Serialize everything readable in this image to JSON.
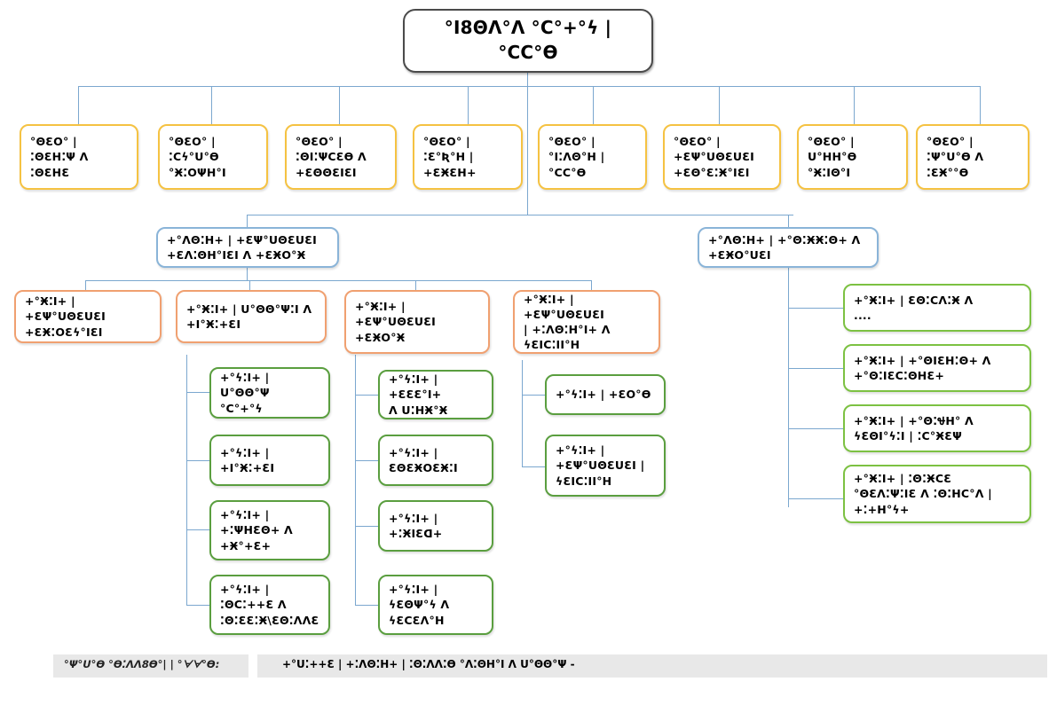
{
  "chart": {
    "type": "org-chart",
    "title": "Organizational hierarchy diagram (Tifinagh script)",
    "colors": {
      "root_border": "#4a4a4a",
      "level1_border": "#f5c242",
      "level2_border": "#8ab4d8",
      "level3_border": "#f0a070",
      "level4_border": "#5a9e3f",
      "right_branch_border": "#7cc142",
      "connector": "#7ba7cf",
      "footer_background": "#e8e8e8"
    }
  },
  "root": {
    "label": "°I8ΘΛ°Λ °C°+°ϟ | °CC°Ө"
  },
  "level1": [
    {
      "label": "°ΘƐO° |\n⁚ΘƐΗ⁚Ψ Λ\n⁚ΘƐΗƐ"
    },
    {
      "label": "°ΘƐO° |\n⁚Cϟ°U°Ө\n°Ӿ⁚ΟΨΗ°I"
    },
    {
      "label": "°ΘƐO° |\n⁚ΘI⁚ΨCƐӨ Λ\n+ƐΘΘƐIƐI"
    },
    {
      "label": "°ΘƐO° |\n⁚Ɛ°Ʀ°Η |\n+ƐӾƐΗ+"
    },
    {
      "label": "°ΘƐO° |\n°I⁚ΛΘ°Η |\n°CC°Ө"
    },
    {
      "label": "°ΘƐO° |\n+ƐΨ°UΘƐUƐI\n+ƐΘ°Ɛ⁚Ӿ°IƐI"
    },
    {
      "label": "°ΘƐO° |\nU°ΗΗ°Ө\n°Ӿ⁚IΘ°I"
    },
    {
      "label": "°ΘƐO° |\n⁚Ψ°U°Ө Λ\n⁚ƐӾ°°Ө"
    }
  ],
  "level2": [
    {
      "label": "+°ΛΘ⁚Η+ | +ƐΨ°UΘƐUƐI\n+ƐΛ⁚ΘΗ°IƐI Λ +ƐӾΟ°Ӿ"
    },
    {
      "label": "+°ΛΘ⁚Η+ | +°Θ⁚ӾӾ⁚Θ+ Λ\n+ƐӾΟ°UƐI"
    }
  ],
  "level3": [
    {
      "label": "+°Ӿ⁚I+ | +ƐΨ°UΘƐUƐI\n+ƐӾ⁚ΟƐϟ°IƐI"
    },
    {
      "label": "+°Ӿ⁚I+ | U°ΘΘ°Ψ⁚I Λ\n+I°Ӿ⁚+ƐI"
    },
    {
      "label": "+°Ӿ⁚I+ | +ƐΨ°UΘƐUƐI\n+ƐӾΟ°Ӿ"
    },
    {
      "label": "+°Ӿ⁚I+ | +ƐΨ°UΘƐUƐI\n| +⁚ΛΘ⁚Η°I+ Λ\nϟƐIC⁚II°Η"
    }
  ],
  "level4_col1": [
    {
      "label": "+°ϟ⁚I+ | U°ΘΘ°Ψ\n°C°+°ϟ"
    },
    {
      "label": "+°ϟ⁚I+ |\n+I°Ӿ⁚+ƐI"
    },
    {
      "label": "+°ϟ⁚I+ |\n+⁚ΨΗƐΘ+ Λ\n+Ӿ°+Ɛ+"
    },
    {
      "label": "+°ϟ⁚I+ |\n⁚ΘC⁚++Ɛ Λ\n⁚Θ⁚ƐƐ⁚Ӿ\\ƐΘ⁚ΛΛƐ"
    }
  ],
  "level4_col2": [
    {
      "label": "+°ϟ⁚I+ | +ƐƐƐ°I+\nΛ U⁚ΗӾ°Ӿ"
    },
    {
      "label": "+°ϟ⁚I+ |\nƐΘƐӾΟƐӾ⁚I"
    },
    {
      "label": "+°ϟ⁚I+ |\n+⁚ӾIƐᗡ+"
    },
    {
      "label": "+°ϟ⁚I+ |\nϟƐΘΨ°ϟ Λ\nϟƐCƐΛ°Η"
    }
  ],
  "level4_col3": [
    {
      "label": "+°ϟ⁚I+ | +ƐΟ°Ө"
    },
    {
      "label": "+°ϟ⁚I+ |\n+ƐΨ°UΘƐUƐI |\nϟƐIC⁚II°Η"
    }
  ],
  "right_branch": [
    {
      "label": "+°Ӿ⁚I+ | ƐΘ⁚CΛ⁚Ӿ Λ\n...."
    },
    {
      "label": "+°Ӿ⁚I+ | +°ΘIƐΗ⁚Θ+ Λ\n+°Θ⁚IƐC⁚ΘΗƐ+"
    },
    {
      "label": "+°Ӿ⁚I+ | +°Θ⁚ᏠΗ° Λ\nϟƐΘI°ϟ⁚I | ⁚C°ӾƐΨ"
    },
    {
      "label": "+°Ӿ⁚I+ | ⁚Θ⁚ӾCƐ\n°ΘƐΛ⁚Ψ⁚IƐ Λ ⁚Θ⁚ΗC°Λ |\n+⁚+Η°ϟ+"
    }
  ],
  "footer": {
    "label": "°Ψ°U°Ө °Ө⁚ΛΛ8Ө°| | °ᗄᗄ°Ө:",
    "value": "+°U⁚++Ɛ | +⁚ΛΘ⁚Η+ | ⁚Θ⁚ΛΛ⁚Ө °Λ⁚ΘΗ°I Λ U°ΘΘ°Ψ -"
  }
}
